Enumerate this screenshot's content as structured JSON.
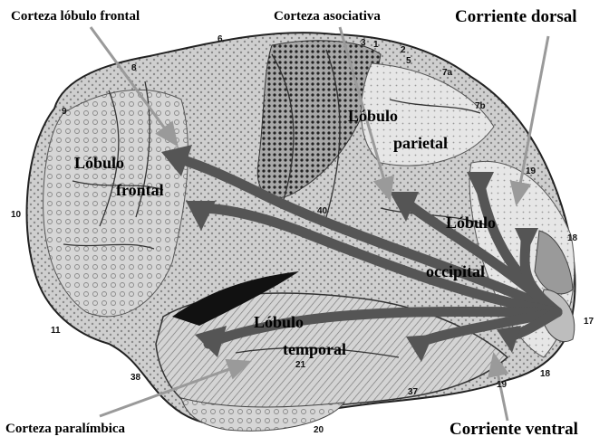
{
  "callouts": {
    "frontal_cortex": "Corteza lóbulo frontal",
    "associative_cortex": "Corteza asociativa",
    "dorsal_stream": "Corriente dorsal",
    "paralimbic_cortex": "Corteza paralímbica",
    "ventral_stream": "Corriente ventral"
  },
  "lobes": {
    "frontal_1": "Lóbulo",
    "frontal_2": "frontal",
    "parietal_1": "Lóbulo",
    "parietal_2": "parietal",
    "occipital_1": "Lóbulo",
    "occipital_2": "occipital",
    "temporal_1": "Lóbulo",
    "temporal_2": "temporal"
  },
  "brodmann_areas": [
    "1",
    "2",
    "3",
    "5",
    "6",
    "7a",
    "7b",
    "8",
    "9",
    "10",
    "11",
    "17",
    "18",
    "18",
    "19",
    "19",
    "20",
    "21",
    "37",
    "38",
    "40"
  ],
  "colors": {
    "background": "#ffffff",
    "cortex_fill": "#c9c9c9",
    "stream_arrow": "#555555",
    "callout_arrow": "#9a9a9a"
  }
}
